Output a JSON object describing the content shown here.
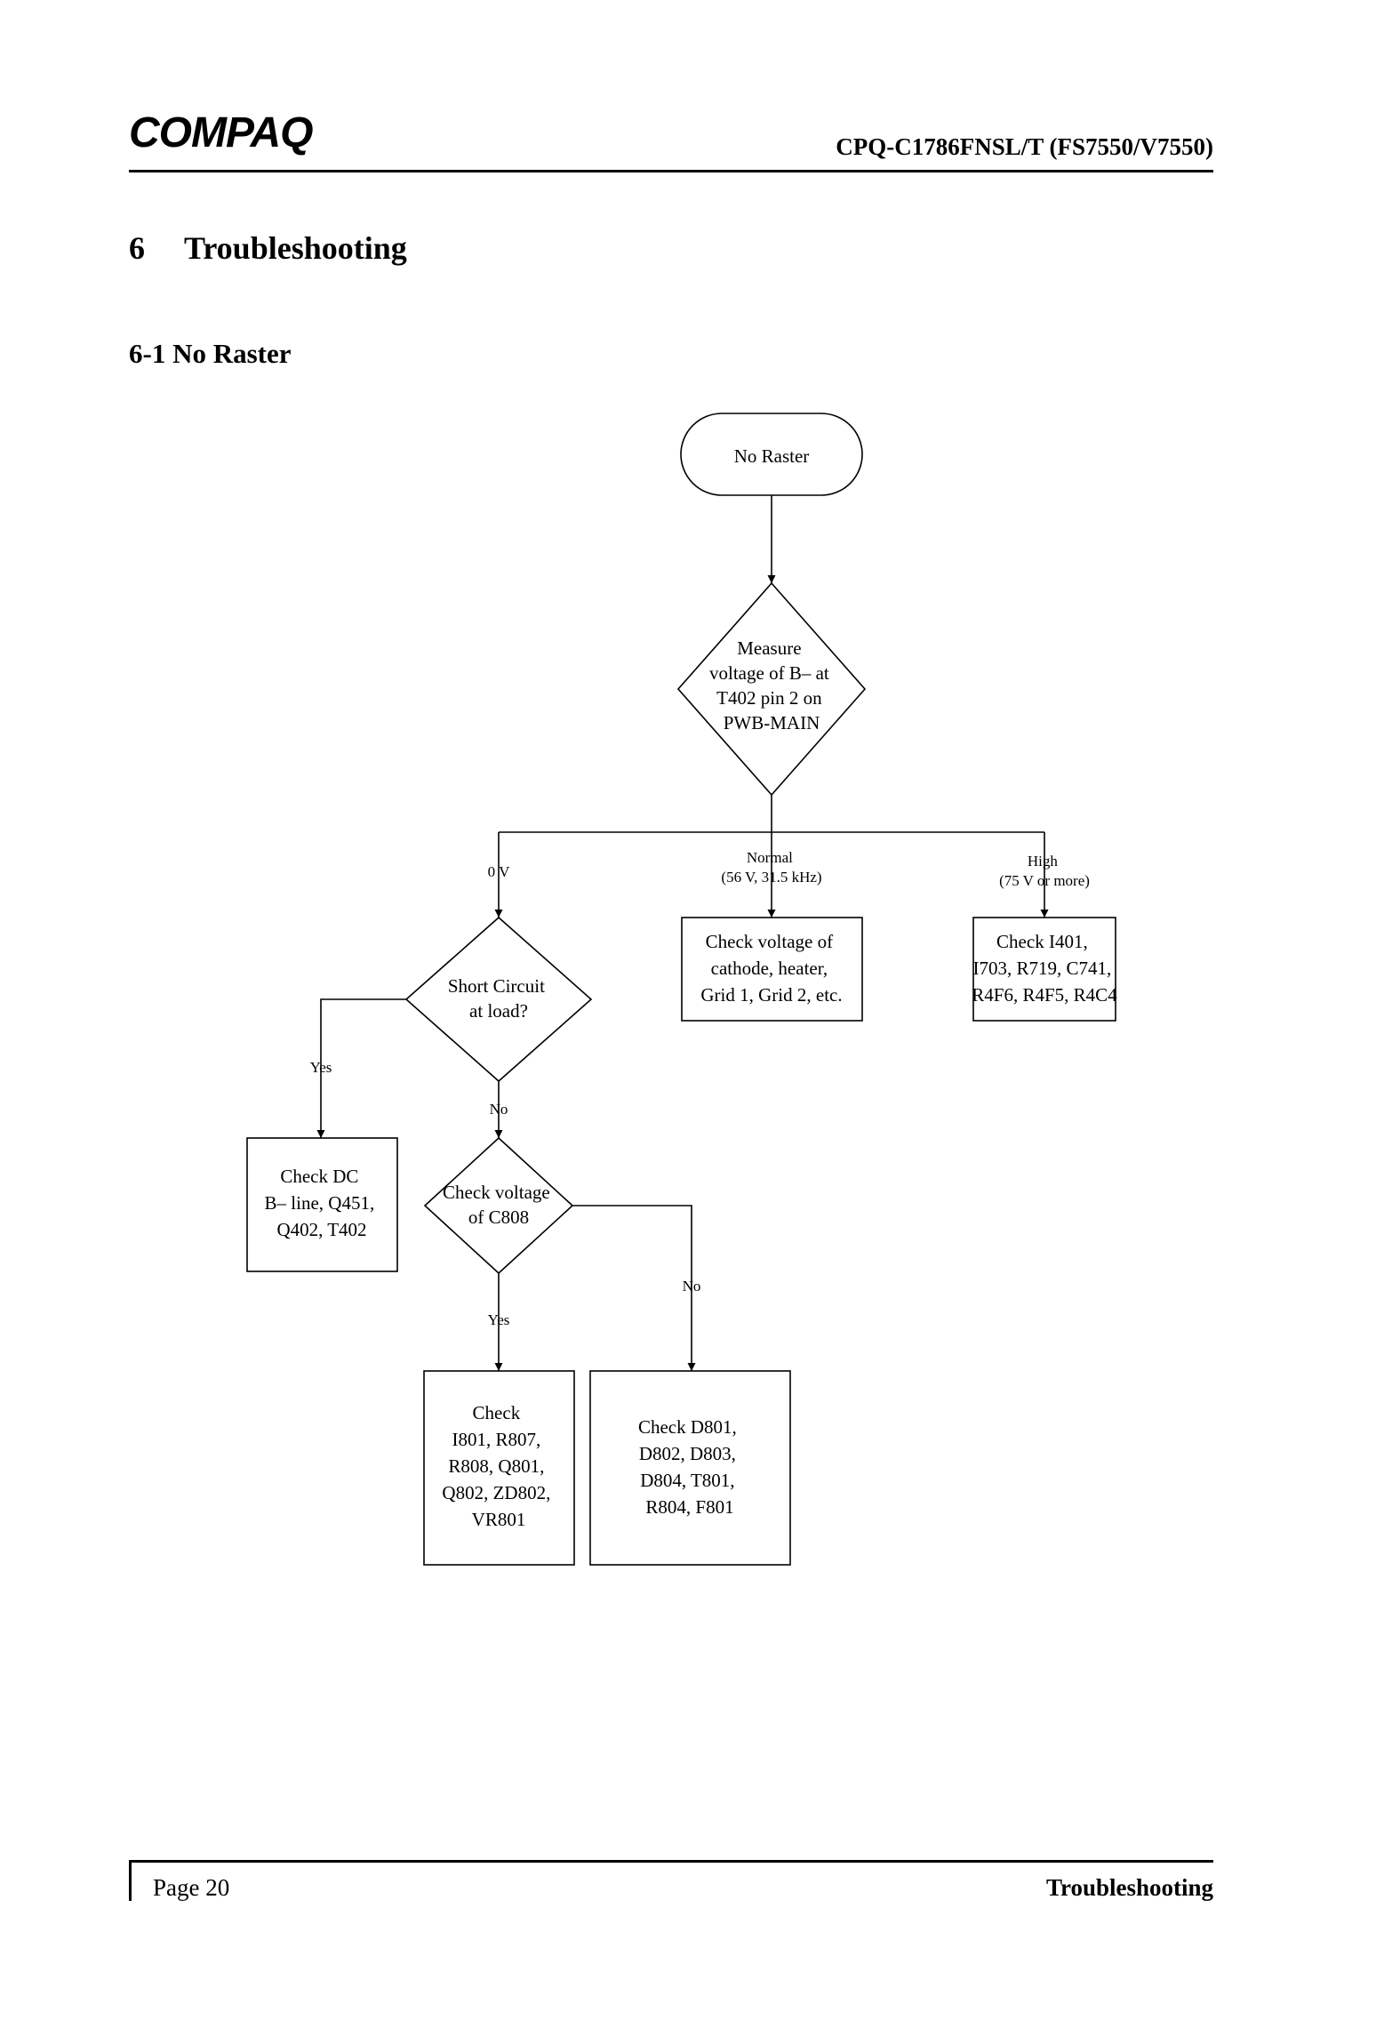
{
  "header": {
    "logo": "COMPAQ",
    "model": "CPQ-C1786FNSL/T  (FS7550/V7550)"
  },
  "section": {
    "number": "6",
    "title": "Troubleshooting"
  },
  "subsection": {
    "number": "6-1",
    "title": "No Raster"
  },
  "flowchart": {
    "start": "No Raster",
    "measure": [
      "Measure",
      "voltage of B– at",
      "T402 pin 2 on",
      "PWB-MAIN"
    ],
    "branch_0v": "0 V",
    "branch_normal": [
      "Normal",
      "(56 V, 31.5 kHz)"
    ],
    "branch_high": [
      "High",
      "(75 V or more)"
    ],
    "normal_box": [
      "Check voltage of",
      "cathode, heater,",
      "Grid 1, Grid 2, etc."
    ],
    "high_box": [
      "Check I401,",
      "I703, R719, C741,",
      "R4F6, R4F5, R4C4"
    ],
    "short_circuit": [
      "Short Circuit",
      "at load?"
    ],
    "short_yes": "Yes",
    "short_no": "No",
    "dc_box": [
      "Check DC",
      "B– line, Q451,",
      "Q402, T402"
    ],
    "c808": [
      "Check voltage",
      "of C808"
    ],
    "c808_yes": "Yes",
    "c808_no": "No",
    "yes_box": [
      "Check",
      "I801, R807,",
      "R808, Q801,",
      "Q802, ZD802,",
      "VR801"
    ],
    "no_box": [
      "Check D801,",
      "D802, D803,",
      "D804, T801,",
      "R804, F801"
    ]
  },
  "footer": {
    "page": "Page 20",
    "title": "Troubleshooting"
  }
}
